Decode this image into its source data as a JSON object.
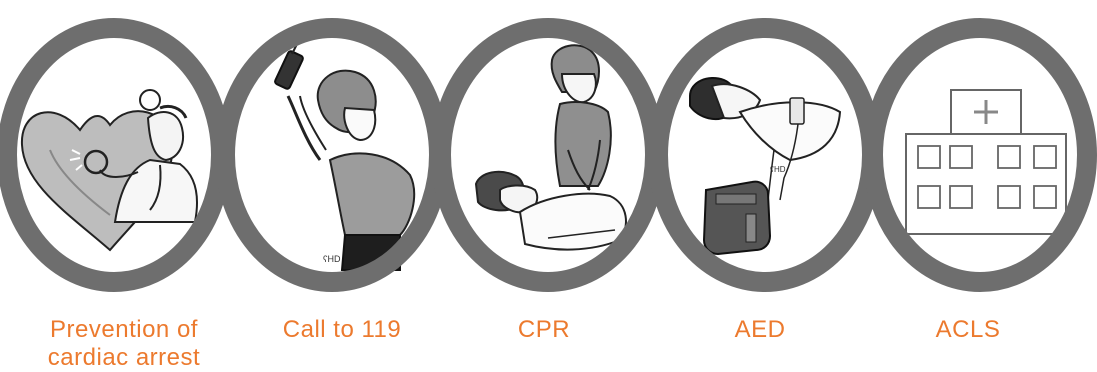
{
  "diagram": {
    "type": "chain-of-survival",
    "ring_color": "#6e6e6e",
    "label_color": "#ec7a2e",
    "links": [
      {
        "id": "prevention",
        "label_lines": [
          "Prevention of",
          "cardiac arrest"
        ],
        "icon": "heart-doctor-illustration"
      },
      {
        "id": "call",
        "label_lines": [
          "Call to 119"
        ],
        "icon": "phone-call-illustration"
      },
      {
        "id": "cpr",
        "label_lines": [
          "CPR"
        ],
        "icon": "cpr-illustration"
      },
      {
        "id": "aed",
        "label_lines": [
          "AED"
        ],
        "icon": "aed-illustration"
      },
      {
        "id": "acls",
        "label_lines": [
          "ACLS"
        ],
        "icon": "hospital-icon"
      }
    ]
  }
}
